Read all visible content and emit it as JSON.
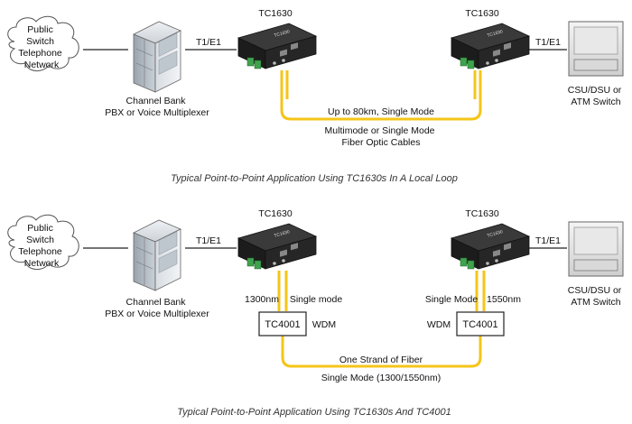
{
  "top": {
    "cloud_lines": [
      "Public",
      "Switch",
      "Telephone",
      "Network"
    ],
    "channel_bank_lines": [
      "Channel Bank",
      "PBX or Voice Multiplexer"
    ],
    "left_link": "T1/E1",
    "right_link": "T1/E1",
    "left_device": "TC1630",
    "right_device": "TC1630",
    "csu_lines": [
      "CSU/DSU or",
      "ATM Switch"
    ],
    "fiber_distance": "Up to 80km, Single Mode",
    "fiber_type_lines": [
      "Multimode or Single Mode",
      "Fiber Optic Cables"
    ],
    "caption": "Typical Point-to-Point Application Using TC1630s In A Local Loop"
  },
  "bottom": {
    "cloud_lines": [
      "Public",
      "Switch",
      "Telephone",
      "Network"
    ],
    "channel_bank_lines": [
      "Channel Bank",
      "PBX or Voice Multiplexer"
    ],
    "left_link": "T1/E1",
    "right_link": "T1/E1",
    "left_device": "TC1630",
    "right_device": "TC1630",
    "csu_lines": [
      "CSU/DSU or",
      "ATM Switch"
    ],
    "left_wavelength": "1300nm",
    "left_mode": "Single mode",
    "right_mode": "Single Mode",
    "right_wavelength": "1550nm",
    "left_wdm_box": "TC4001",
    "left_wdm_label": "WDM",
    "right_wdm_label": "WDM",
    "right_wdm_box": "TC4001",
    "fiber_strand": "One Strand of Fiber",
    "fiber_mode": "Single Mode (1300/1550nm)",
    "caption": "Typical Point-to-Point Application Using TC1630s And TC4001"
  },
  "colors": {
    "fiber": "#f5c518",
    "line": "#222222",
    "device_body": "#2b2b2b",
    "connector_green": "#3fa34d"
  },
  "icons": [
    "cloud-icon",
    "channel-bank-icon",
    "media-converter-icon",
    "csu-dsu-icon"
  ]
}
